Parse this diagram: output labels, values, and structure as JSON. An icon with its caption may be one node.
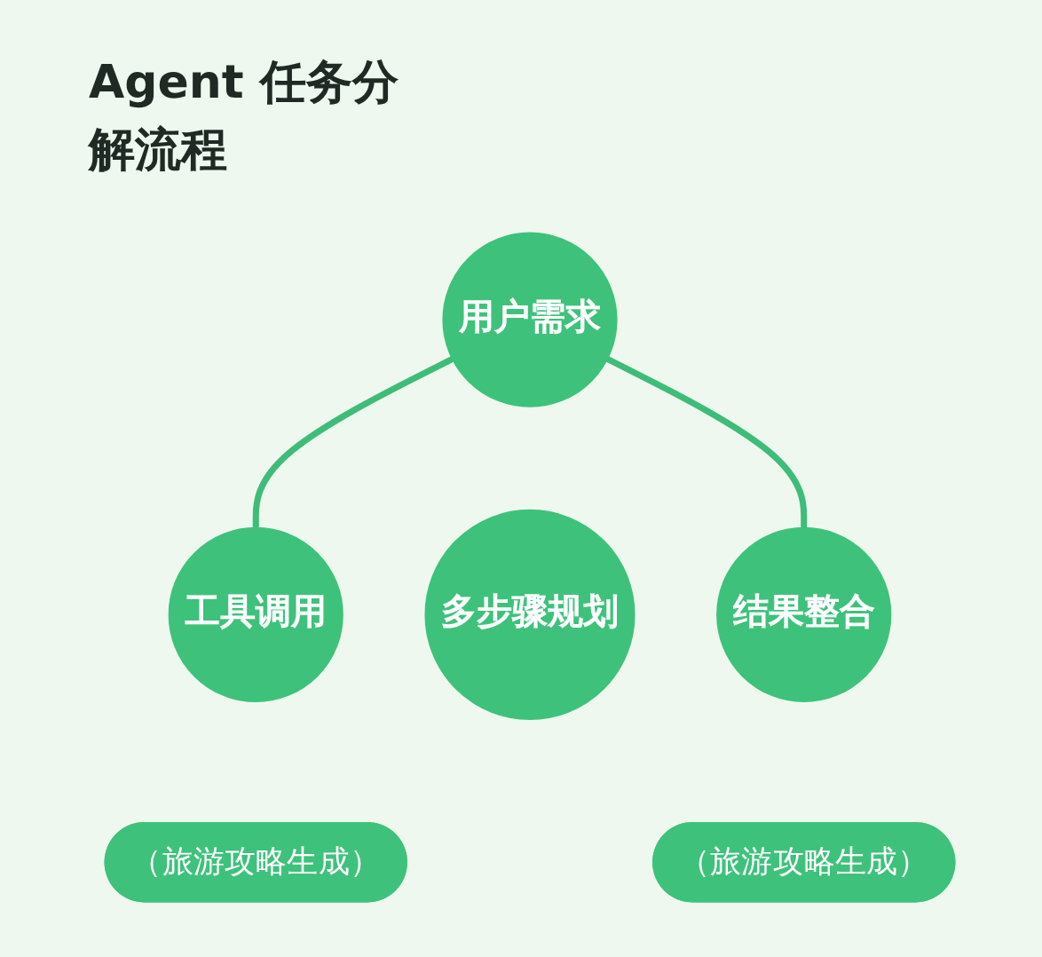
{
  "diagram": {
    "title": "Agent 任务分解流程",
    "nodes": [
      {
        "text": [
          "用户需求"
        ]
      },
      {
        "text": [
          "工具调用"
        ]
      },
      {
        "text": [
          "多步骤规划"
        ]
      },
      {
        "text": [
          "结果整合"
        ]
      },
      {
        "text": [
          "（旅游攻略生成）"
        ]
      },
      {
        "text": [
          "（旅游攻略生成）"
        ]
      }
    ],
    "edges": [
      {
        "from": 0,
        "to": 1,
        "arrow": "none"
      },
      {
        "from": 0,
        "to": 3,
        "arrow": "none"
      }
    ]
  }
}
